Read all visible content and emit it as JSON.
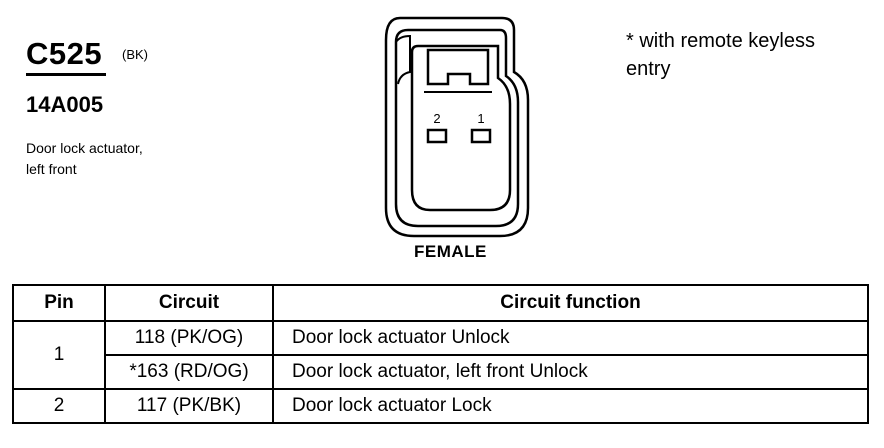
{
  "connector": {
    "code": "C525",
    "color": "(BK)",
    "part_number": "14A005",
    "description_line1": "Door lock actuator,",
    "description_line2": "left front",
    "gender_label": "FEMALE",
    "pin_labels": [
      "2",
      "1"
    ]
  },
  "note": {
    "line1": "* with remote keyless",
    "line2": "entry"
  },
  "table": {
    "headers": [
      "Pin",
      "Circuit",
      "Circuit function"
    ],
    "rows": [
      {
        "pin": "1",
        "circuit": "118 (PK/OG)",
        "function": "Door lock actuator Unlock"
      },
      {
        "pin": "",
        "circuit": "*163 (RD/OG)",
        "function": "Door lock actuator, left front Unlock"
      },
      {
        "pin": "2",
        "circuit": "117 (PK/BK)",
        "function": "Door lock actuator Lock"
      }
    ]
  }
}
